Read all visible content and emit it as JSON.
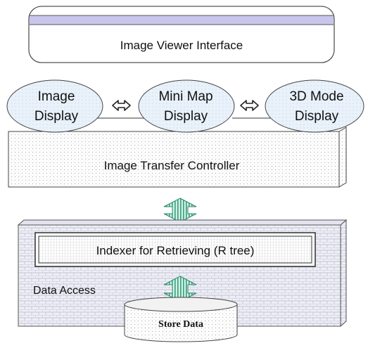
{
  "viewer_interface": {
    "label": "Image Viewer Interface"
  },
  "displays": [
    {
      "line1": "Image",
      "line2": "Display"
    },
    {
      "line1": "Mini Map",
      "line2": "Display"
    },
    {
      "line1": "3D Mode",
      "line2": "Display"
    }
  ],
  "transfer_controller": {
    "label": "Image Transfer Controller"
  },
  "indexer": {
    "label": "Indexer for Retrieving (R tree)"
  },
  "data_access": {
    "label": "Data Access"
  },
  "store": {
    "label": "Store Data"
  },
  "colors": {
    "interface_bar": "#c9c5ec",
    "arrow_fill": "#cfeee2",
    "arrow_stripe": "#2f9a7a",
    "ellipse_fill": "#e6f1fb",
    "dots": "#b8b8b8",
    "outline": "#333333"
  }
}
